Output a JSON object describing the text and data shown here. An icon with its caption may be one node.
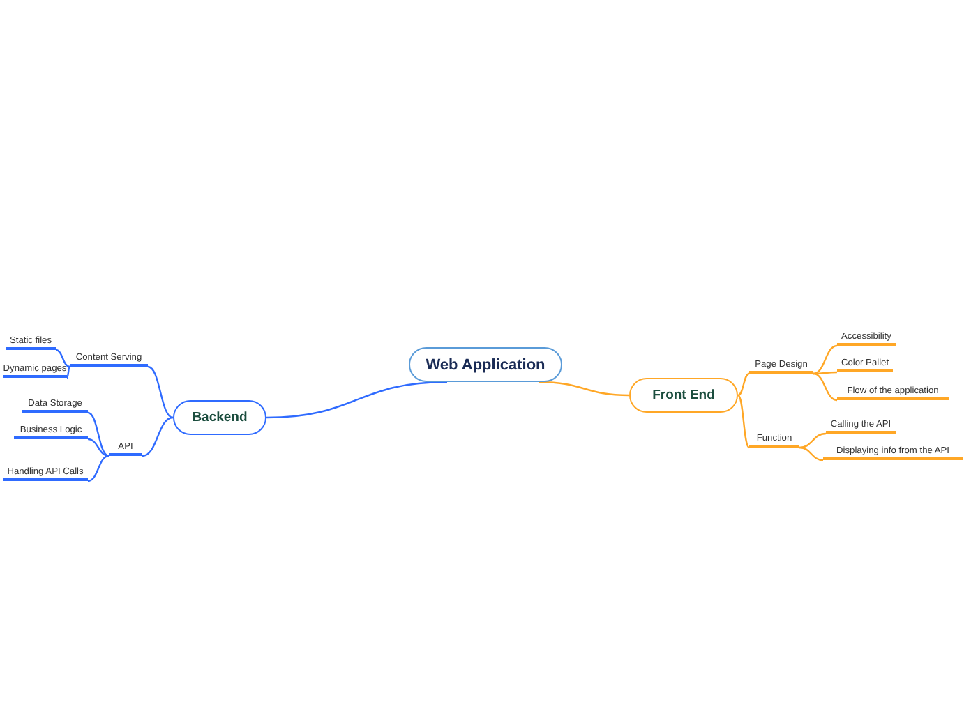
{
  "diagram": {
    "nodes": [
      {
        "text": [
          "Web Application"
        ]
      },
      {
        "text": [
          "Backend"
        ]
      },
      {
        "text": [
          "Content Serving"
        ]
      },
      {
        "text": [
          "Static files"
        ]
      },
      {
        "text": [
          "Dynamic pages"
        ]
      },
      {
        "text": [
          "API"
        ]
      },
      {
        "text": [
          "Data Storage"
        ]
      },
      {
        "text": [
          "Business Logic"
        ]
      },
      {
        "text": [
          "Handling API Calls"
        ]
      },
      {
        "text": [
          "Front End"
        ]
      },
      {
        "text": [
          "Page Design"
        ]
      },
      {
        "text": [
          "Accessibility"
        ]
      },
      {
        "text": [
          "Color Pallet"
        ]
      },
      {
        "text": [
          "Flow of the application"
        ]
      },
      {
        "text": [
          "Function"
        ]
      },
      {
        "text": [
          "Calling the API"
        ]
      },
      {
        "text": [
          "Displaying info from the API"
        ]
      }
    ],
    "edges": [
      {
        "from": 0,
        "to": 1,
        "arrow": "none",
        "color": "#2f6bff"
      },
      {
        "from": 1,
        "to": 2,
        "arrow": "none",
        "color": "#2f6bff"
      },
      {
        "from": 2,
        "to": 3,
        "arrow": "none",
        "color": "#2f6bff"
      },
      {
        "from": 2,
        "to": 4,
        "arrow": "none",
        "color": "#2f6bff"
      },
      {
        "from": 1,
        "to": 5,
        "arrow": "none",
        "color": "#2f6bff"
      },
      {
        "from": 5,
        "to": 6,
        "arrow": "none",
        "color": "#2f6bff"
      },
      {
        "from": 5,
        "to": 7,
        "arrow": "none",
        "color": "#2f6bff"
      },
      {
        "from": 5,
        "to": 8,
        "arrow": "none",
        "color": "#2f6bff"
      },
      {
        "from": 0,
        "to": 9,
        "arrow": "none",
        "color": "#ffa726"
      },
      {
        "from": 9,
        "to": 10,
        "arrow": "none",
        "color": "#ffa726"
      },
      {
        "from": 10,
        "to": 11,
        "arrow": "none",
        "color": "#ffa726"
      },
      {
        "from": 10,
        "to": 12,
        "arrow": "none",
        "color": "#ffa726"
      },
      {
        "from": 10,
        "to": 13,
        "arrow": "none",
        "color": "#ffa726"
      },
      {
        "from": 9,
        "to": 14,
        "arrow": "none",
        "color": "#ffa726"
      },
      {
        "from": 14,
        "to": 15,
        "arrow": "none",
        "color": "#ffa726"
      },
      {
        "from": 14,
        "to": 16,
        "arrow": "none",
        "color": "#ffa726"
      }
    ]
  }
}
